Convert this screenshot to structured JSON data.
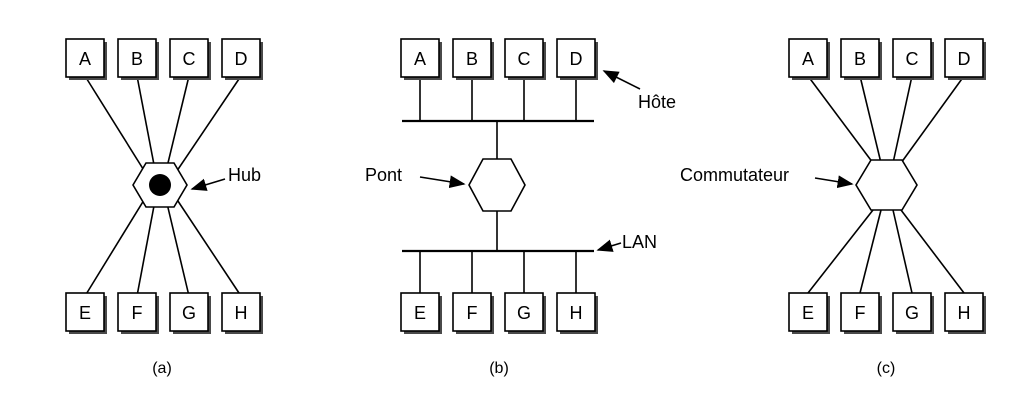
{
  "panel_a": {
    "top_hosts": [
      "A",
      "B",
      "C",
      "D"
    ],
    "bottom_hosts": [
      "E",
      "F",
      "G",
      "H"
    ],
    "hub_label": "Hub",
    "caption": "(a)"
  },
  "panel_b": {
    "top_hosts": [
      "A",
      "B",
      "C",
      "D"
    ],
    "bottom_hosts": [
      "E",
      "F",
      "G",
      "H"
    ],
    "host_label": "Hôte",
    "bridge_label": "Pont",
    "lan_label": "LAN",
    "caption": "(b)"
  },
  "panel_c": {
    "top_hosts": [
      "A",
      "B",
      "C",
      "D"
    ],
    "bottom_hosts": [
      "E",
      "F",
      "G",
      "H"
    ],
    "switch_label": "Commutateur",
    "caption": "(c)"
  }
}
